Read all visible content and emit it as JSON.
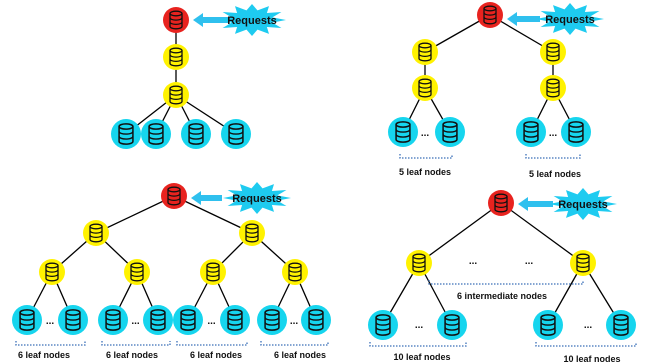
{
  "labels": {
    "requests": "Requests",
    "ellipsis": "...",
    "leaf5": "5 leaf nodes",
    "leaf6": "6 leaf nodes",
    "intermediate6": "6 intermediate nodes",
    "leaf10": "10 leaf nodes"
  },
  "colors": {
    "root": "#e8231f",
    "intermediate": "#fff200",
    "leaf": "#16d5ee",
    "starburst": "#1ecbf0",
    "arrow": "#2fc0ee",
    "edge": "#000000",
    "brace": "#3a6fb8"
  },
  "icons": {
    "database": "database-icon",
    "requests_arrow": "arrow-left-icon",
    "requests_burst": "starburst-icon"
  }
}
